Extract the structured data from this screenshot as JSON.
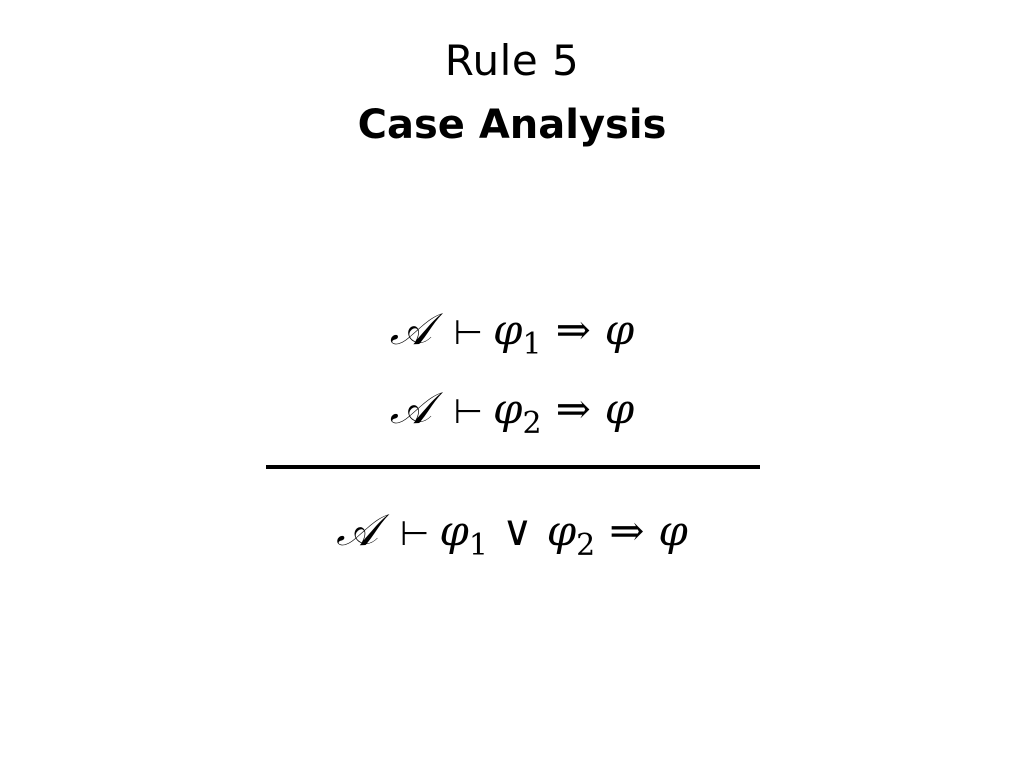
{
  "slide": {
    "title": "Rule 5",
    "subtitle": "Case Analysis"
  },
  "rule": {
    "premises": [
      {
        "context": "𝒜",
        "turnstile": "⊢",
        "left_var": "φ",
        "left_sub": "1",
        "implies": "⇒",
        "result": "φ"
      },
      {
        "context": "𝒜",
        "turnstile": "⊢",
        "left_var": "φ",
        "left_sub": "2",
        "implies": "⇒",
        "result": "φ"
      }
    ],
    "conclusion": {
      "context": "𝒜",
      "turnstile": "⊢",
      "var_a": "φ",
      "sub_a": "1",
      "or": "∨",
      "var_b": "φ",
      "sub_b": "2",
      "implies": "⇒",
      "result": "φ"
    }
  }
}
